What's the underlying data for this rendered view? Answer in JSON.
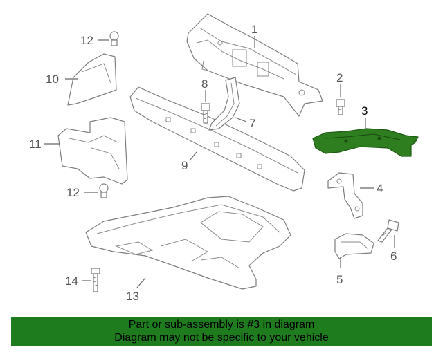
{
  "diagram": {
    "callouts": [
      "1",
      "2",
      "3",
      "4",
      "5",
      "6",
      "7",
      "8",
      "9",
      "10",
      "11",
      "12",
      "12",
      "13",
      "14"
    ],
    "highlighted_part": "3",
    "highlight_color": "#2e7d1e",
    "outline_color": "#7d7d7d"
  },
  "banner": {
    "line1": "Part or sub-assembly is #3 in diagram",
    "line2": "Diagram may not be specific to your vehicle",
    "background": "#1e7b1e"
  }
}
